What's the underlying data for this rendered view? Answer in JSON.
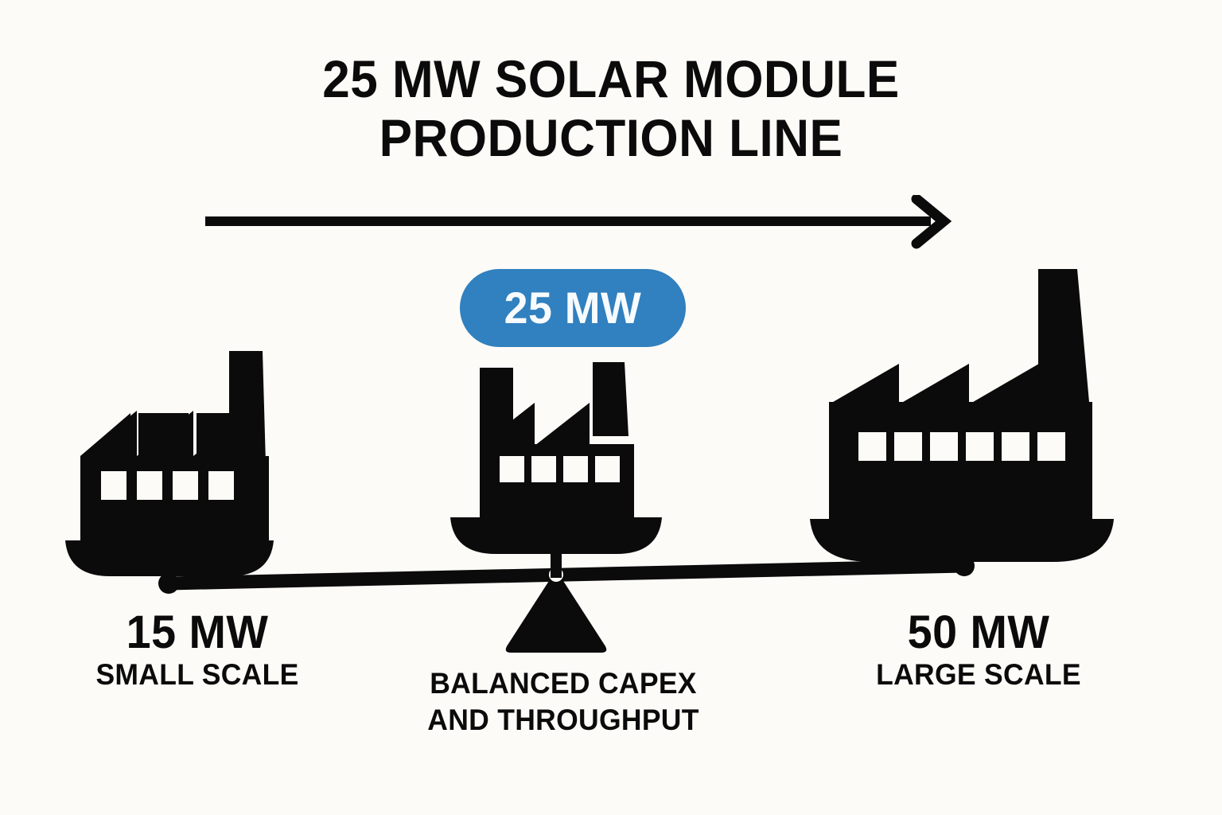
{
  "background_color": "#fcfbf7",
  "ink_color": "#0b0b0b",
  "accent_color": "#3180bf",
  "title": {
    "line1": "25 MW SOLAR MODULE",
    "line2": "PRODUCTION LINE"
  },
  "arrow": {
    "icon": "right-arrow-icon",
    "direction": "right"
  },
  "badge": {
    "label": "25 MW",
    "color": "#3180bf",
    "text_color": "#f7fbfd"
  },
  "scale": {
    "icon": "balance-scale-icon",
    "fulcrum_icon": "triangle-fulcrum-icon",
    "tilt": "left-side-down"
  },
  "options": [
    {
      "id": "small",
      "icon": "factory-icon",
      "size": "small",
      "windows": 4,
      "value": "15 MW",
      "caption_line1": "SMALL SCALE",
      "caption_line2": ""
    },
    {
      "id": "balanced",
      "icon": "factory-icon",
      "size": "medium",
      "windows": 4,
      "value": "",
      "caption_line1": "BALANCED CAPEX",
      "caption_line2": "AND THROUGHPUT"
    },
    {
      "id": "large",
      "icon": "factory-icon",
      "size": "large",
      "windows": 6,
      "value": "50 MW",
      "caption_line1": "LARGE SCALE",
      "caption_line2": ""
    }
  ]
}
